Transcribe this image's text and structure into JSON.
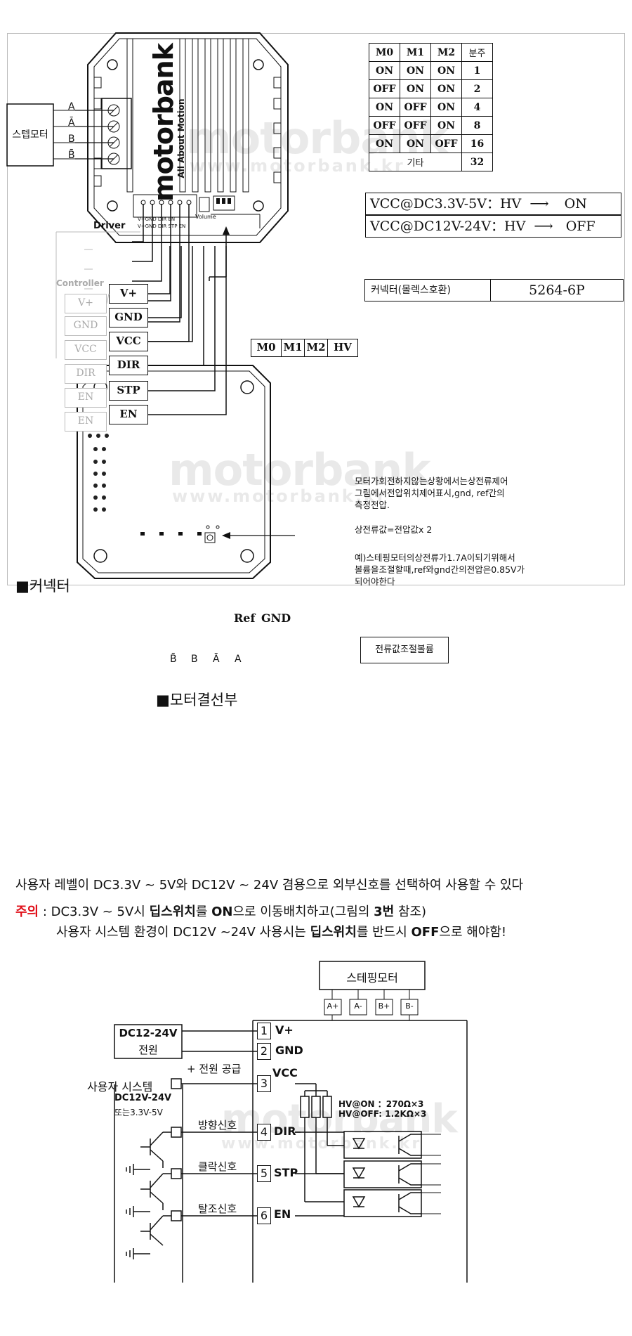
{
  "watermark": {
    "logo": "motorbank",
    "url": "www.motorbank.kr"
  },
  "driver": {
    "brand": "motorbank",
    "tagline": "All About Motion",
    "driver_label": "Driver",
    "volume_label": "Volume",
    "header_pins_top": "V+GND DIR EN",
    "header_pins_bottom": "V+GND DIR STP EN"
  },
  "motor": {
    "label": "스텝모터",
    "phases": [
      "A",
      "Ā",
      "B",
      "B̄"
    ]
  },
  "dip_table": {
    "headers": [
      "M0",
      "M1",
      "M2",
      "분주"
    ],
    "rows": [
      [
        "ON",
        "ON",
        "ON",
        "1"
      ],
      [
        "OFF",
        "ON",
        "ON",
        "2"
      ],
      [
        "ON",
        "OFF",
        "ON",
        "4"
      ],
      [
        "OFF",
        "OFF",
        "ON",
        "8"
      ],
      [
        "ON",
        "ON",
        "OFF",
        "16"
      ]
    ],
    "etc_label": "기타",
    "etc_value": "32"
  },
  "vcc_rules": [
    {
      "condition": "VCC@DC3.3V-5V：HV",
      "result": "ON"
    },
    {
      "condition": "VCC@DC12V-24V：HV",
      "result": "OFF"
    }
  ],
  "connector_spec": {
    "label": "커넥터(몰렉스호환)",
    "value": "5264-6P"
  },
  "dip_switch_labels": [
    "M0",
    "M1",
    "M2",
    "HV"
  ],
  "controller": {
    "label": "Controller",
    "pins": [
      "V+",
      "GND",
      "VCC",
      "DIR",
      "EN",
      "EN"
    ]
  },
  "driver_pins": [
    "V+",
    "GND",
    "VCC",
    "DIR",
    "STP",
    "EN"
  ],
  "bottom_view": {
    "connector_caption": "■커넥터",
    "motor_caption": "■모터결선부",
    "ref_label": "Ref",
    "gnd_label": "GND",
    "pin_labels": [
      "B̄",
      "B",
      "Ā",
      "A"
    ],
    "current_adjust_label": "전류값조절볼륨",
    "notes": [
      "모터가회전하지않는상황에서는상전류제어\n그림에서전압위치제어표시,gnd, ref간의\n측정전압.",
      "상전류값=전압값x 2",
      "예)스테핑모터의상전류가1.7A이되기위해서\n볼륨을조절할때,ref와gnd간의전압은0.85V가\n되어야한다"
    ]
  },
  "instructions": {
    "line1": "사용자 레벨이 DC3.3V ~ 5V와 DC12V ~ 24V 겸용으로 외부신호를 선택하여 사용할 수 있다",
    "caution_label": "주의",
    "line2_a": " : DC3.3V ~ 5V시 ",
    "line2_b": "딥스위치",
    "line2_c": "를 ",
    "line2_d": "ON",
    "line2_e": "으로 이동배치하고(그림의 ",
    "line2_f": "3번",
    "line2_g": " 참조)",
    "line3_a": "사용자 시스템 환경이 DC12V ~24V 사용시는 ",
    "line3_b": "딥스위치",
    "line3_c": "를 반드시 ",
    "line3_d": "OFF",
    "line3_e": "으로 해야함!"
  },
  "circuit": {
    "motor_label": "스테핑모터",
    "motor_terminals": [
      "A+",
      "A-",
      "B+",
      "B-"
    ],
    "power_box_line1": "DC12-24V",
    "power_box_line2": "전원",
    "pins": [
      {
        "num": "1",
        "name": "V+"
      },
      {
        "num": "2",
        "name": "GND"
      },
      {
        "num": "3",
        "name": "VCC"
      },
      {
        "num": "4",
        "name": "DIR"
      },
      {
        "num": "5",
        "name": "STP"
      },
      {
        "num": "6",
        "name": "EN"
      }
    ],
    "power_supply_label": "+ 전원 공급",
    "user_system": "사용자 시스템",
    "user_system_v1": "DC12V-24V",
    "user_system_v2": "또는3.3V-5V",
    "signals": [
      "방향신호",
      "클락신호",
      "탈조신호"
    ],
    "hv_on": "HV@ON ：270Ω×3",
    "hv_off": "HV@OFF: 1.2KΩ×3"
  }
}
